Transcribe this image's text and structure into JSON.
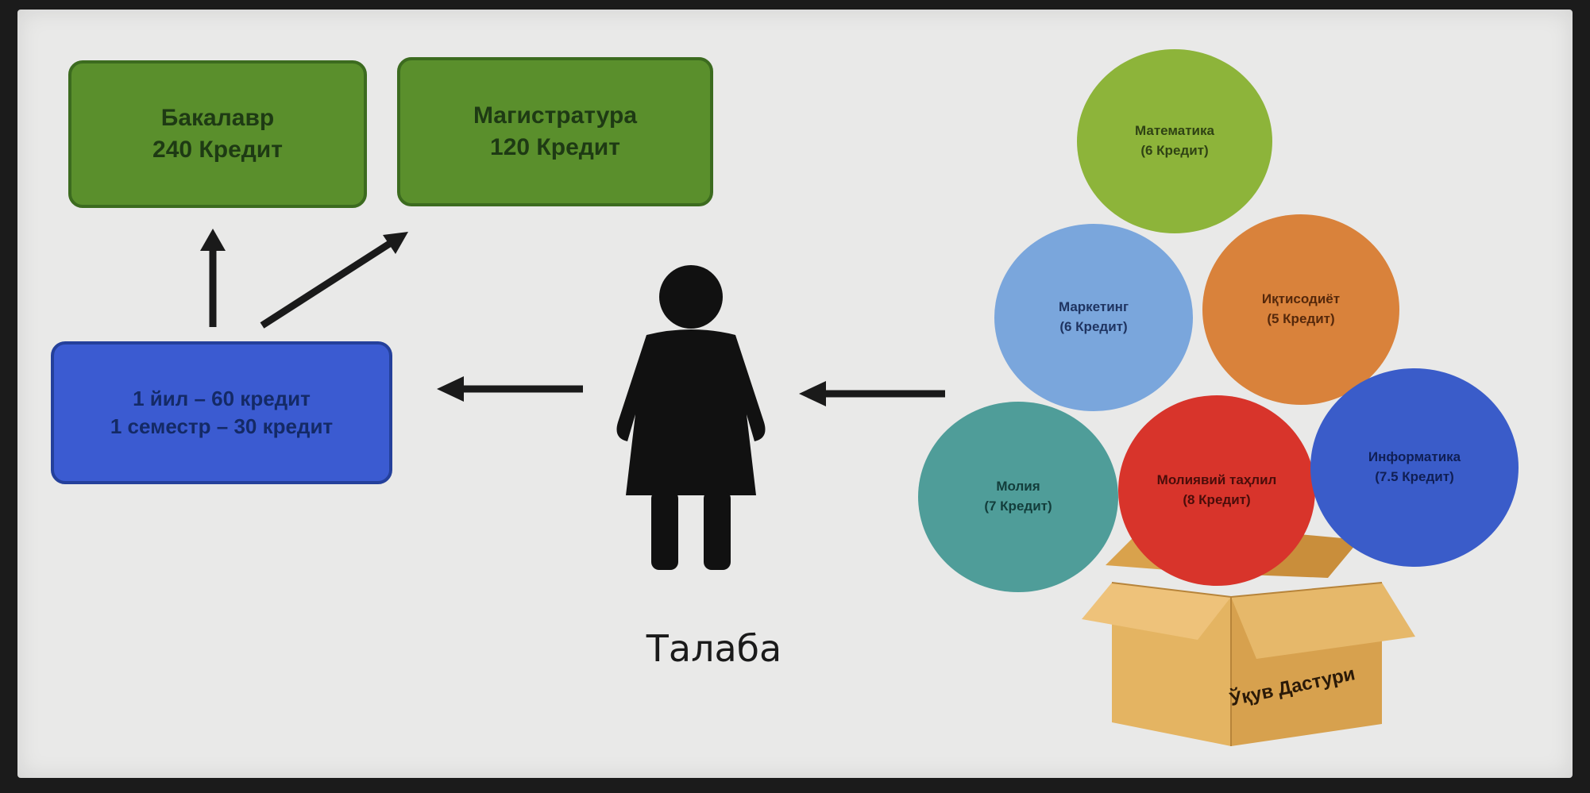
{
  "degrees": {
    "bachelor": {
      "line1": "Бакалавр",
      "line2": "240 Кредит"
    },
    "master": {
      "line1": "Магистратура",
      "line2": "120 Кредит"
    }
  },
  "year_box": {
    "line1": "1 йил – 60 кредит",
    "line2": "1 семестр – 30 кредит"
  },
  "student_label": "Талаба",
  "subjects": [
    {
      "name": "Математика",
      "credit": "(6 Кредит)",
      "color": "#8db43a"
    },
    {
      "name": "Маркетинг",
      "credit": "(6 Кредит)",
      "color": "#7aa6dc"
    },
    {
      "name": "Иқтисодиёт",
      "credit": "(5 Кредит)",
      "color": "#d9823b"
    },
    {
      "name": "Молия",
      "credit": "(7 Кредит)",
      "color": "#4f9d99"
    },
    {
      "name": "Молиявий таҳлил",
      "credit": "(8 Кредит)",
      "color": "#d8342b"
    },
    {
      "name": "Информатика",
      "credit": "(7.5 Кредит)",
      "color": "#3a5cc9"
    }
  ],
  "box_label": "Ўқув Дастури",
  "colors": {
    "degree_green": "#5a8f2c",
    "year_blue": "#3b5bd1",
    "box_tan": "#e2b45f",
    "slide_bg": "#e9e9e8"
  }
}
